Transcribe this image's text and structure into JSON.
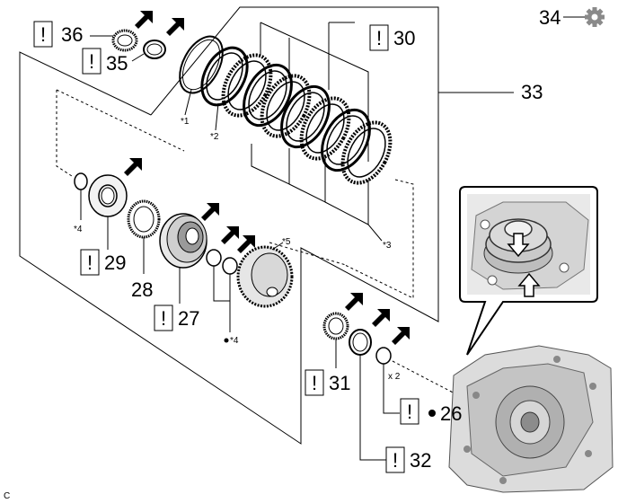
{
  "callouts": {
    "c26": "26",
    "c27": "27",
    "c28": "28",
    "c29": "29",
    "c30": "30",
    "c31": "31",
    "c32": "32",
    "c33": "33",
    "c34": "34",
    "c35": "35",
    "c36": "36"
  },
  "notes": {
    "n1": "*1",
    "n2": "*2",
    "n3": "*3",
    "n4a": "*4",
    "n4b": "*4",
    "n5": "*5",
    "x2": "x 2"
  },
  "warn_symbol": "!",
  "corner_code": "C",
  "icons": {
    "gear": "gear-icon",
    "arrow": "filled-arrow-icon",
    "dot": "non-reusable-dot-icon"
  }
}
